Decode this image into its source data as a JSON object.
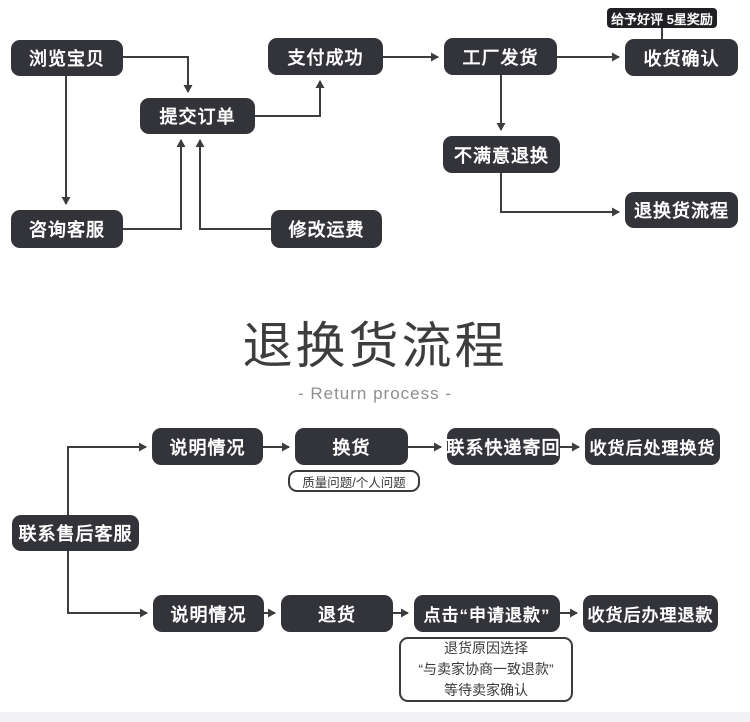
{
  "colors": {
    "node_bg": "#33333a",
    "node_text": "#ffffff",
    "connector_line": "#3d3d3d",
    "dark_tag_bg": "#202024",
    "outline_tag_border": "#3a3a3a",
    "title_text": "#3d3d3d",
    "subtitle_text": "#8f8f8f",
    "footer_bar": "#f2f2f4",
    "page_bg": "#ffffff"
  },
  "purchase_flow": {
    "nodes": {
      "browse": "浏览宝贝",
      "submit_order": "提交订单",
      "payment_success": "支付成功",
      "factory_ship": "工厂发货",
      "receipt_confirm": "收货确认",
      "consult_service": "咨询客服",
      "modify_shipping": "修改运费",
      "unsatisfied_return": "不满意退换",
      "return_process": "退换货流程",
      "reward_tag": "给予好评 5星奖励"
    }
  },
  "title": {
    "heading": "退换货流程",
    "subheading": "- Return process -"
  },
  "return_flow": {
    "nodes": {
      "contact_after_sales": "联系售后客服",
      "explain_situation_1": "说明情况",
      "exchange_goods": "换货",
      "courier_send_back": "联系快递寄回",
      "handle_exchange_after_receipt": "收货后处理换货",
      "issue_tag": "质量问题/个人问题",
      "explain_situation_2": "说明情况",
      "return_goods": "退货",
      "click_apply_refund": "点击“申请退款”",
      "handle_refund_after_receipt": "收货后办理退款",
      "note_line1": "退货原因选择",
      "note_line2": "“与卖家协商一致退款”",
      "note_line3": "等待卖家确认"
    }
  }
}
